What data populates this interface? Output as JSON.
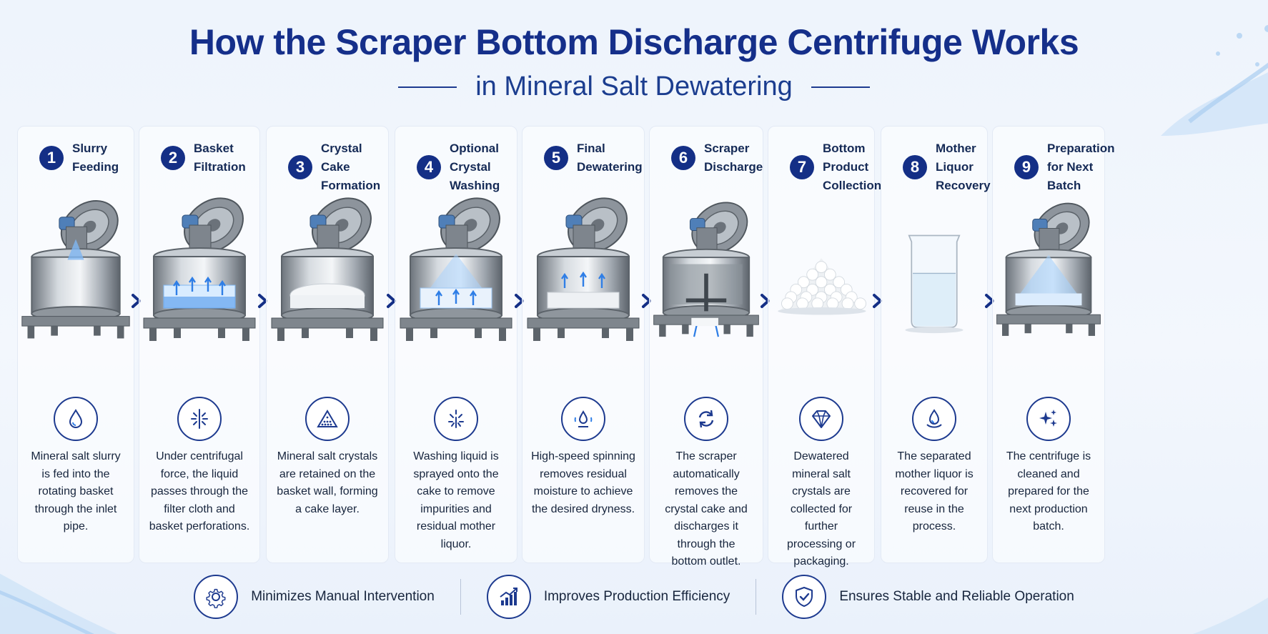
{
  "header": {
    "title": "How the Scraper Bottom Discharge Centrifuge Works",
    "subtitle": "in Mineral Salt Dewatering"
  },
  "steps": [
    {
      "number": "1",
      "title": "Slurry Feeding",
      "description": "Mineral salt slurry is fed into the rotating basket through the inlet pipe.",
      "visual": "centrifuge-feeding",
      "icon": "droplet-icon"
    },
    {
      "number": "2",
      "title": "Basket Filtration",
      "description": "Under centrifugal force, the liquid passes through the filter cloth and basket perforations.",
      "visual": "centrifuge-filtration",
      "icon": "filter-burst-icon"
    },
    {
      "number": "3",
      "title": "Crystal Cake Formation",
      "description": "Mineral salt crystals are retained on the basket wall, forming a cake layer.",
      "visual": "centrifuge-cake",
      "icon": "crystal-pile-icon"
    },
    {
      "number": "4",
      "title": "Optional Crystal Washing",
      "description": "Washing liquid is sprayed onto the cake to remove impurities and residual mother liquor.",
      "visual": "centrifuge-washing",
      "icon": "spray-icon"
    },
    {
      "number": "5",
      "title": "Final Dewatering",
      "description": "High-speed spinning removes residual moisture to achieve the desired dryness.",
      "visual": "centrifuge-dewatering",
      "icon": "spin-drop-icon"
    },
    {
      "number": "6",
      "title": "Scraper Discharge",
      "description": "The scraper automatically removes the crystal cake and discharges it through the bottom outlet.",
      "visual": "centrifuge-scraper",
      "icon": "cycle-arrows-icon"
    },
    {
      "number": "7",
      "title": "Bottom Product Collection",
      "description": "Dewatered mineral salt crystals are collected for further processing or packaging.",
      "visual": "salt-crystal-pile",
      "icon": "diamond-icon"
    },
    {
      "number": "8",
      "title": "Mother Liquor Recovery",
      "description": "The separated mother liquor is recovered for reuse in the process.",
      "visual": "liquor-beaker",
      "icon": "drop-recycle-icon"
    },
    {
      "number": "9",
      "title": "Preparation for Next Batch",
      "description": "The centrifuge is cleaned and prepared for the next production batch.",
      "visual": "centrifuge-cleaning",
      "icon": "sparkle-icon"
    }
  ],
  "benefits": [
    {
      "label": "Minimizes Manual Intervention",
      "icon": "gear-icon"
    },
    {
      "label": "Improves Production Efficiency",
      "icon": "growth-chart-icon"
    },
    {
      "label": "Ensures Stable and Reliable Operation",
      "icon": "shield-check-icon"
    }
  ],
  "colors": {
    "navy": "#142f86",
    "title": "#152f8a",
    "accent_blue": "#2f7ee6",
    "steel": "#9aa3ad",
    "background": "#eef4fc"
  }
}
